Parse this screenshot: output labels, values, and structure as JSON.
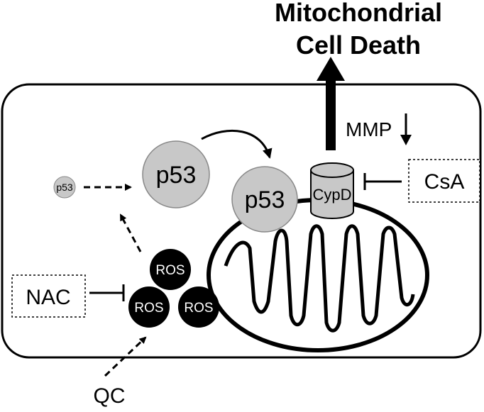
{
  "title": {
    "line1": "Mitochondrial",
    "line2": "Cell Death"
  },
  "labels": {
    "mmp": "MMP",
    "p53_small": "p53",
    "p53_medium": "p53",
    "p53_large": "p53",
    "cypd": "CypD",
    "csa": "CsA",
    "nac": "NAC",
    "qc": "QC",
    "ros_top": "ROS",
    "ros_left": "ROS",
    "ros_right": "ROS"
  },
  "colors": {
    "p53_fill": "#c8c8c8",
    "ros_fill": "#000000",
    "cypd_fill": "#c8c8c8",
    "outline": "#000000"
  }
}
